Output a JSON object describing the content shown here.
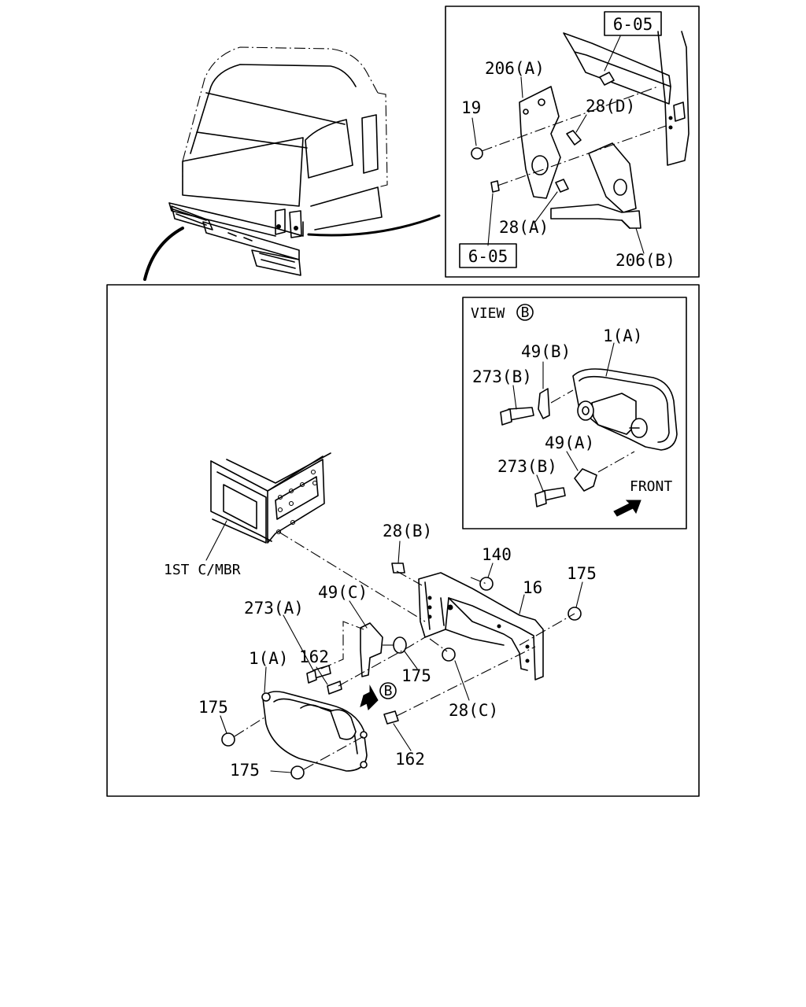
{
  "references": {
    "top_ref": "6-05",
    "bottom_ref": "6-05"
  },
  "inset_top": {
    "labels": {
      "bracket_a": "206(A)",
      "bolt_19": "19",
      "bolt_28d": "28(D)",
      "bolt_28a": "28(A)",
      "bracket_b": "206(B)"
    }
  },
  "view_b": {
    "title_text": "VIEW",
    "title_letter": "B",
    "labels": {
      "lamp": "1(A)",
      "stay_b": "49(B)",
      "screw_b_top": "273(B)",
      "stay_a": "49(A)",
      "screw_b_bottom": "273(B)"
    },
    "front_label": "FRONT"
  },
  "main": {
    "crossmember_label": "1ST C/MBR",
    "view_arrow_letter": "B",
    "labels": {
      "bolt_28b": "28(B)",
      "nut_140": "140",
      "bracket_16": "16",
      "nut_175_right": "175",
      "screw_273a": "273(A)",
      "stay_49c": "49(C)",
      "lamp_1a": "1(A)",
      "stud_162_top": "162",
      "nut_175_mid": "175",
      "bolt_28c": "28(C)",
      "nut_175_left": "175",
      "stud_162_bottom": "162",
      "nut_175_bottom": "175"
    }
  }
}
